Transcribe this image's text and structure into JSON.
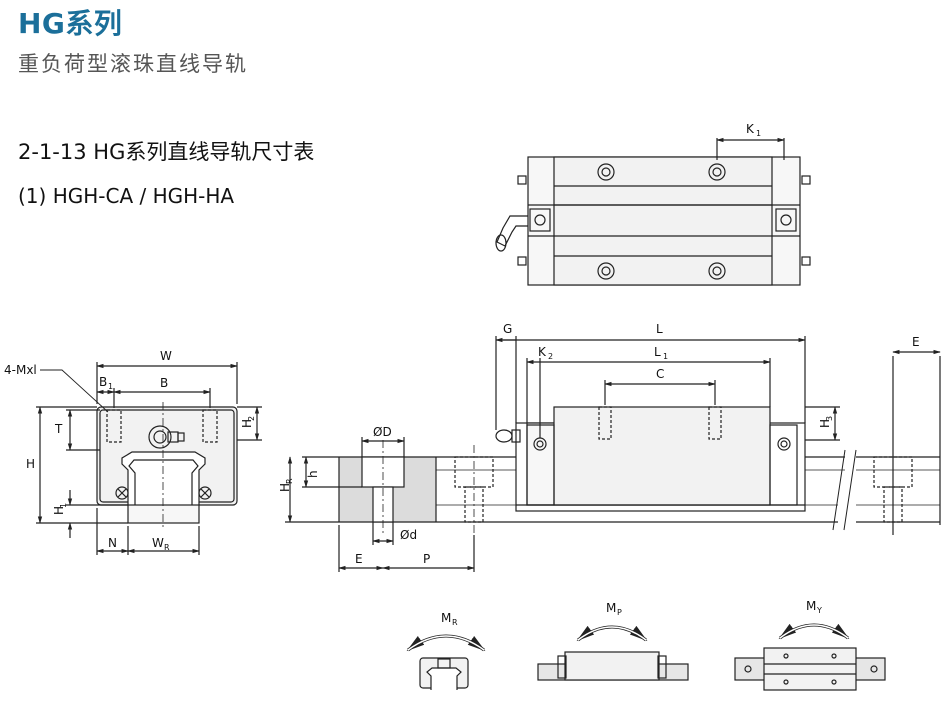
{
  "header": {
    "title": "HG系列",
    "subtitle": "重负荷型滚珠直线导轨"
  },
  "section_title": "2-1-13 HG系列直线导轨尺寸表",
  "model_title": "(1) HGH-CA / HGH-HA",
  "labels": {
    "K1": "K",
    "K1_sub": "1",
    "mxl": "4-Mxl",
    "W": "W",
    "B1": "B",
    "B1_sub": "1",
    "B": "B",
    "T": "T",
    "H": "H",
    "H2": "H",
    "H2_sub": "2",
    "H1": "H",
    "H1_sub": "1",
    "N": "N",
    "WR": "W",
    "WR_sub": "R",
    "G": "G",
    "L": "L",
    "K2": "K",
    "K2_sub": "2",
    "L1": "L",
    "L1_sub": "1",
    "C": "C",
    "H3": "H",
    "H3_sub": "3",
    "phiD": "ØD",
    "phid": "Ød",
    "h": "h",
    "HR": "H",
    "HR_sub": "R",
    "E_left": "E",
    "P": "P",
    "E_right": "E",
    "MR": "M",
    "MR_sub": "R",
    "MP": "M",
    "MP_sub": "P",
    "MY": "M",
    "MY_sub": "Y"
  },
  "colors": {
    "title": "#1b6f9a",
    "line": "#222222",
    "block_fill": "#f2f2f2",
    "rail_shade": "#dcdcdc"
  }
}
